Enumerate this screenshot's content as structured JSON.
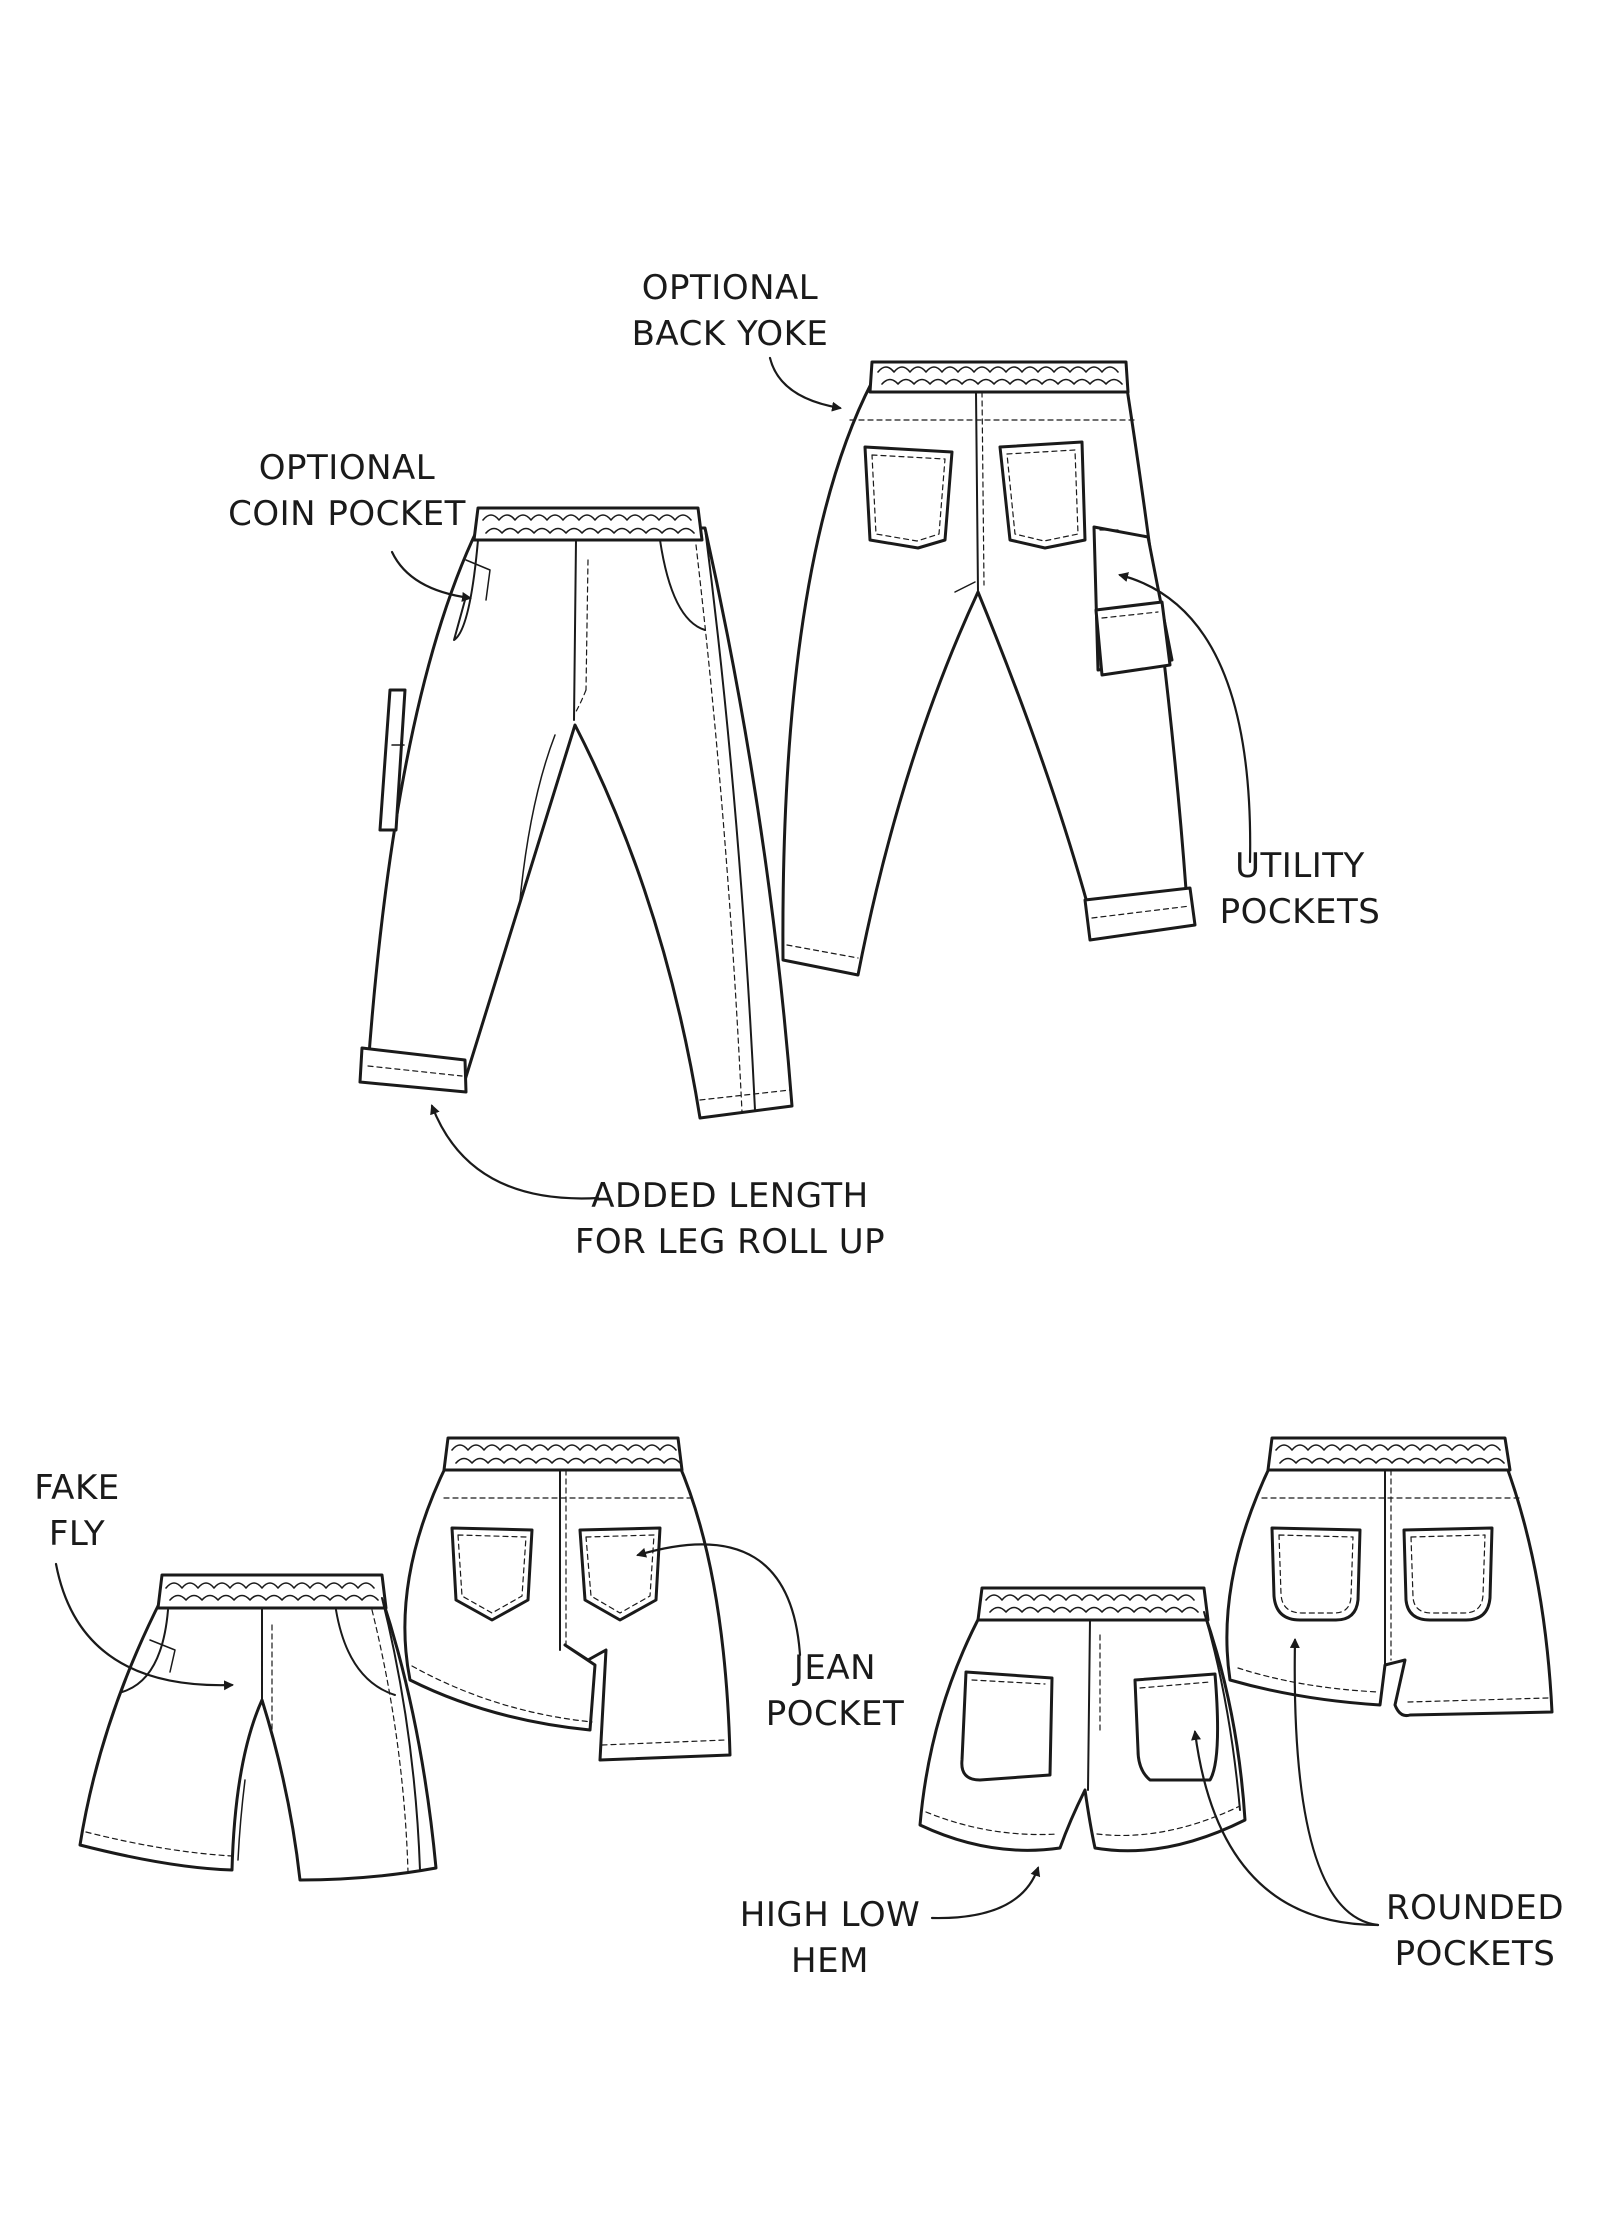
{
  "labels": {
    "back_yoke": [
      "OPTIONAL",
      "BACK YOKE"
    ],
    "coin_pocket": [
      "OPTIONAL",
      "COIN POCKET"
    ],
    "utility_pockets": [
      "UTILITY",
      "POCKETS"
    ],
    "added_length": [
      "ADDED LENGTH",
      "FOR LEG ROLL UP"
    ],
    "fake_fly": [
      "FAKE",
      "FLY"
    ],
    "jean_pocket": [
      "JEAN",
      "POCKET"
    ],
    "high_low_hem": [
      "HIGH LOW",
      "HEM"
    ],
    "rounded_pockets": [
      "ROUNDED",
      "POCKETS"
    ]
  },
  "colors": {
    "line": "#1a1a1a",
    "fill": "#ffffff",
    "background": "#ffffff"
  }
}
